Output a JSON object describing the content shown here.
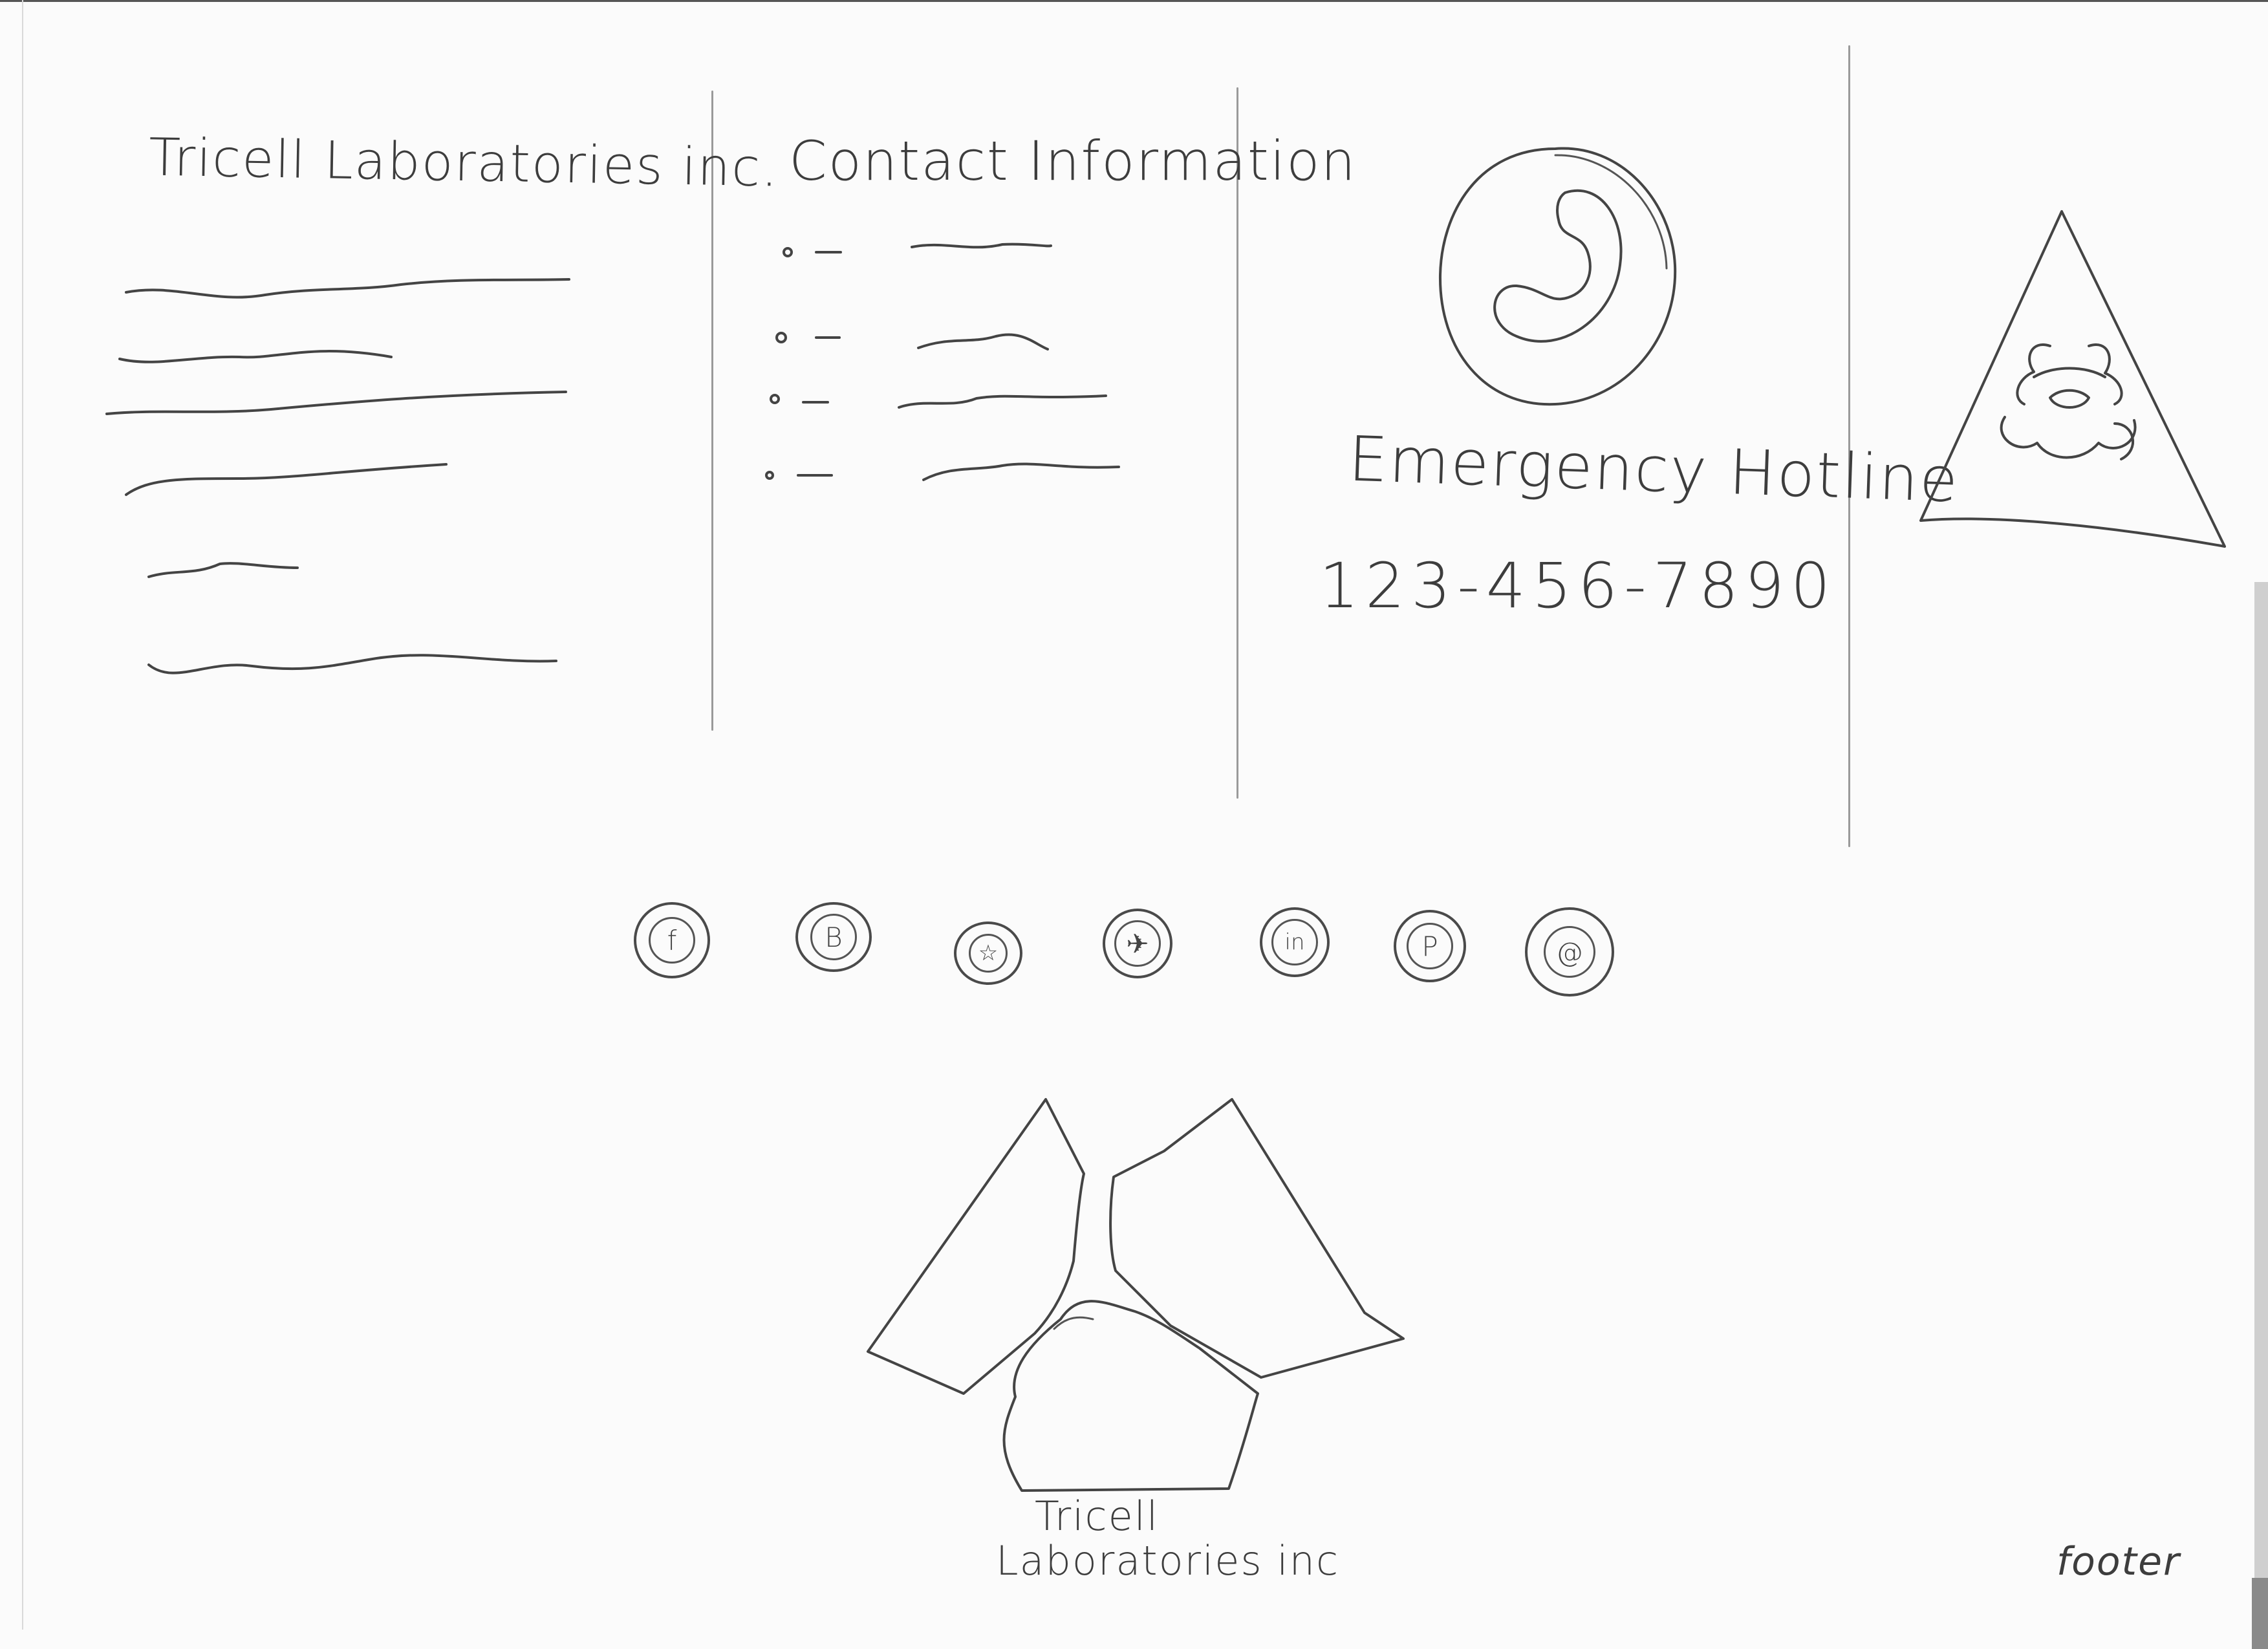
{
  "header": {
    "company_name": "Tricell Laboratories inc.",
    "contact_title": "Contact Information"
  },
  "emergency": {
    "label": "Emergency Hotline",
    "phone": "123-456-7890",
    "icon": "phone-icon"
  },
  "hazard": {
    "icon": "biohazard-warning-icon"
  },
  "social": {
    "links": [
      {
        "name": "facebook",
        "glyph": "f"
      },
      {
        "name": "blogger",
        "glyph": "B"
      },
      {
        "name": "snapchat",
        "glyph": "☆"
      },
      {
        "name": "twitter",
        "glyph": "✈"
      },
      {
        "name": "linkedin",
        "glyph": "in"
      },
      {
        "name": "pinterest",
        "glyph": "P"
      },
      {
        "name": "email",
        "glyph": "@"
      }
    ]
  },
  "footer": {
    "logo": "tricell-logo",
    "name_line1": "Tricell",
    "name_line2": "Laboratories inc",
    "section_label": "footer"
  }
}
